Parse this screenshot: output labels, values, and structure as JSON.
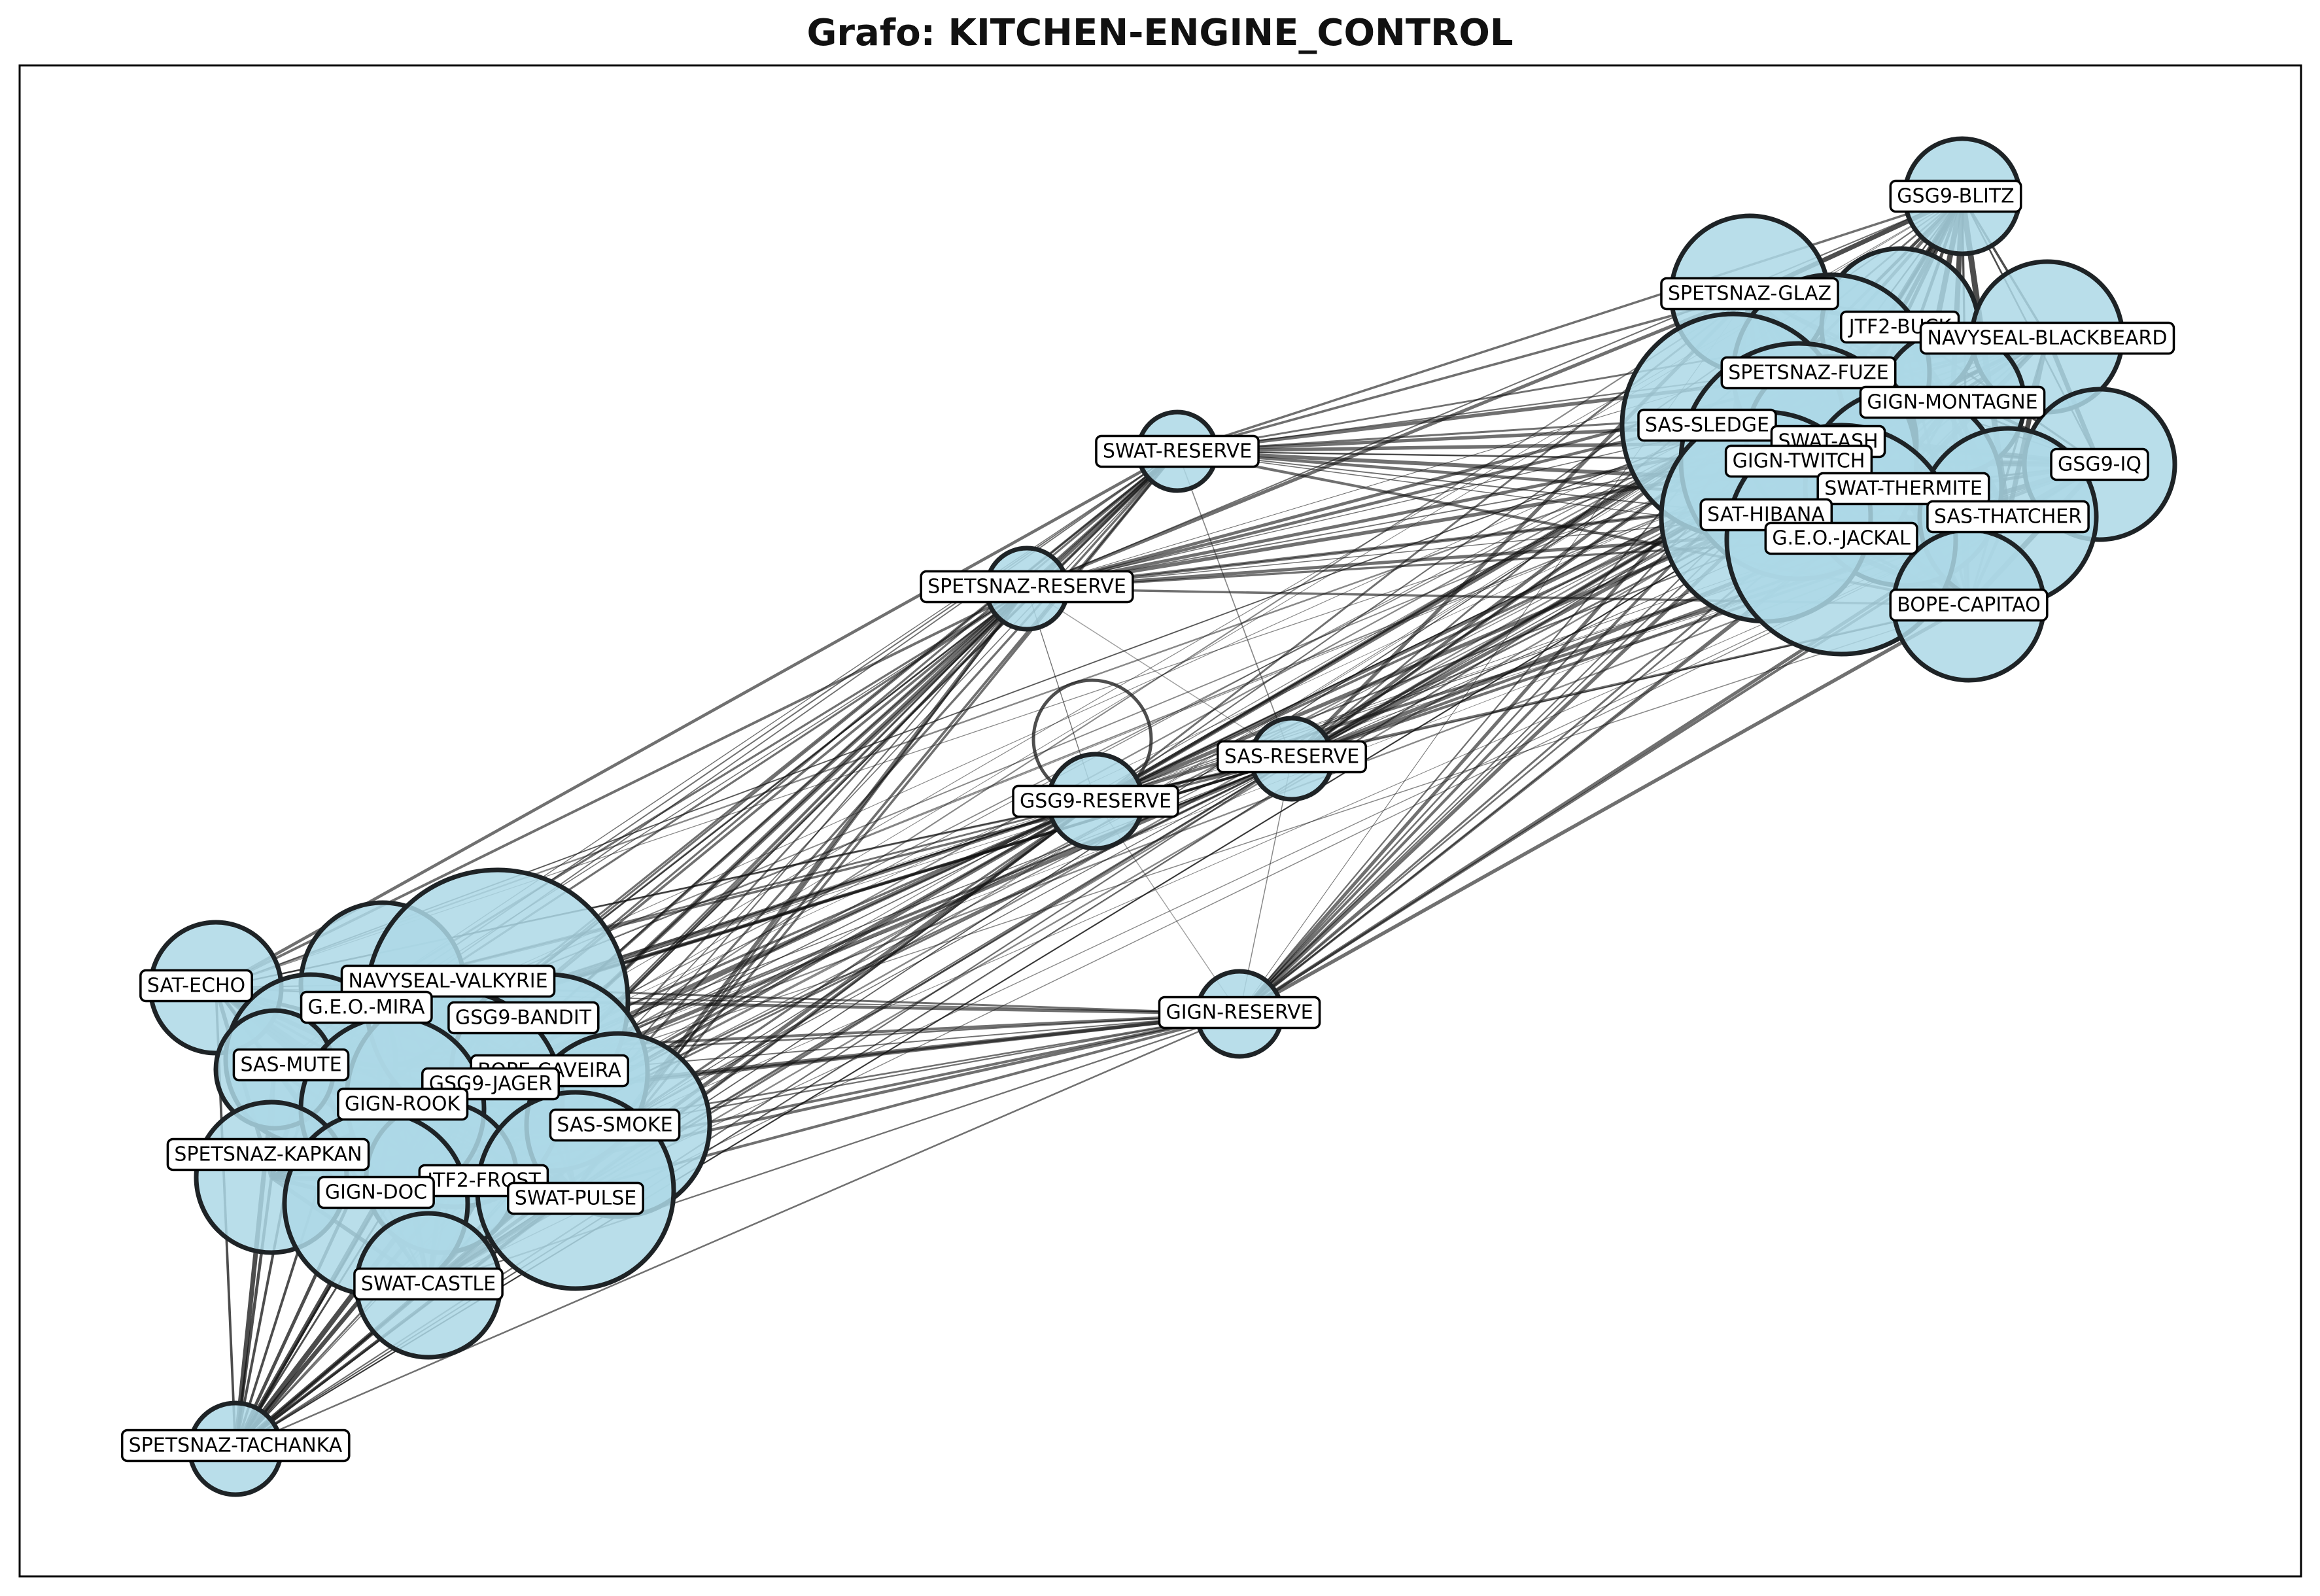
{
  "title": "Grafo: KITCHEN-ENGINE_CONTROL",
  "colors": {
    "node_fill": "#add8e6",
    "node_stroke": "#1e2326",
    "edge": "#111111",
    "label_box": "#ffffff"
  },
  "nodes": [
    {
      "id": "GSG9-BLITZ",
      "label": "GSG9-BLITZ"
    },
    {
      "id": "SPETSNAZ-GLAZ",
      "label": "SPETSNAZ-GLAZ"
    },
    {
      "id": "JTF2-BUCK",
      "label": "JTF2-BUCK"
    },
    {
      "id": "NAVYSEAL-BLACKBEARD",
      "label": "NAVYSEAL-BLACKBEARD"
    },
    {
      "id": "SPETSNAZ-FUZE",
      "label": "SPETSNAZ-FUZE"
    },
    {
      "id": "GIGN-MONTAGNE",
      "label": "GIGN-MONTAGNE"
    },
    {
      "id": "SAS-SLEDGE",
      "label": "SAS-SLEDGE"
    },
    {
      "id": "SWAT-ASH",
      "label": "SWAT-ASH"
    },
    {
      "id": "GIGN-TWITCH",
      "label": "GIGN-TWITCH"
    },
    {
      "id": "GSG9-IQ",
      "label": "GSG9-IQ"
    },
    {
      "id": "SWAT-THERMITE",
      "label": "SWAT-THERMITE"
    },
    {
      "id": "SAT-HIBANA",
      "label": "SAT-HIBANA"
    },
    {
      "id": "SAS-THATCHER",
      "label": "SAS-THATCHER"
    },
    {
      "id": "G.E.O.-JACKAL",
      "label": "G.E.O.-JACKAL"
    },
    {
      "id": "BOPE-CAPITAO",
      "label": "BOPE-CAPITAO"
    },
    {
      "id": "SWAT-RESERVE",
      "label": "SWAT-RESERVE"
    },
    {
      "id": "SPETSNAZ-RESERVE",
      "label": "SPETSNAZ-RESERVE"
    },
    {
      "id": "SAS-RESERVE",
      "label": "SAS-RESERVE"
    },
    {
      "id": "GSG9-RESERVE",
      "label": "GSG9-RESERVE"
    },
    {
      "id": "GIGN-RESERVE",
      "label": "GIGN-RESERVE"
    },
    {
      "id": "SAT-ECHO",
      "label": "SAT-ECHO"
    },
    {
      "id": "NAVYSEAL-VALKYRIE",
      "label": "NAVYSEAL-VALKYRIE"
    },
    {
      "id": "G.E.O.-MIRA",
      "label": "G.E.O.-MIRA"
    },
    {
      "id": "GSG9-BANDIT",
      "label": "GSG9-BANDIT"
    },
    {
      "id": "SAS-MUTE",
      "label": "SAS-MUTE"
    },
    {
      "id": "BOPE-CAVEIRA",
      "label": "BOPE-CAVEIRA"
    },
    {
      "id": "GSG9-JAGER",
      "label": "GSG9-JAGER"
    },
    {
      "id": "GIGN-ROOK",
      "label": "GIGN-ROOK"
    },
    {
      "id": "SAS-SMOKE",
      "label": "SAS-SMOKE"
    },
    {
      "id": "SPETSNAZ-KAPKAN",
      "label": "SPETSNAZ-KAPKAN"
    },
    {
      "id": "JTF2-FROST",
      "label": "JTF2-FROST"
    },
    {
      "id": "GIGN-DOC",
      "label": "GIGN-DOC"
    },
    {
      "id": "SWAT-PULSE",
      "label": "SWAT-PULSE"
    },
    {
      "id": "SWAT-CASTLE",
      "label": "SWAT-CASTLE"
    },
    {
      "id": "SPETSNAZ-TACHANKA",
      "label": "SPETSNAZ-TACHANKA"
    }
  ],
  "self_loops": [
    "GSG9-RESERVE"
  ]
}
